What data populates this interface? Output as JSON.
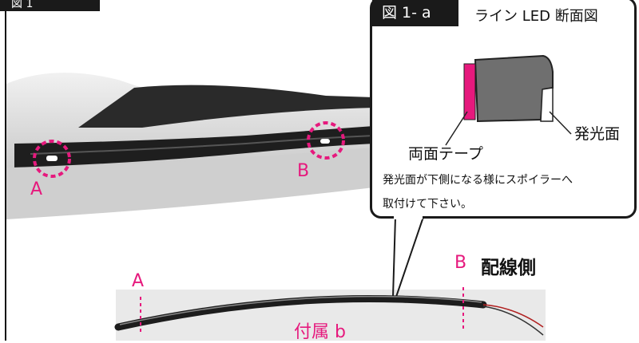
{
  "figure_tag": "図 1",
  "callout": {
    "tag": "図 1- a",
    "title": "ライン LED 断面図",
    "label_tape": "両面テープ",
    "label_emit": "発光面",
    "note_line1": "発光面が下側になる様にスポイラーへ",
    "note_line2": "取付けて下さい。"
  },
  "photo": {
    "point_a": "A",
    "point_b": "B"
  },
  "strip": {
    "point_a": "A",
    "point_b": "B",
    "wiring_side": "配線側",
    "caption": "付属 b"
  },
  "colors": {
    "accent": "#e6197d",
    "dark": "#1a1a1a",
    "led_body": "#6f6f6f"
  }
}
